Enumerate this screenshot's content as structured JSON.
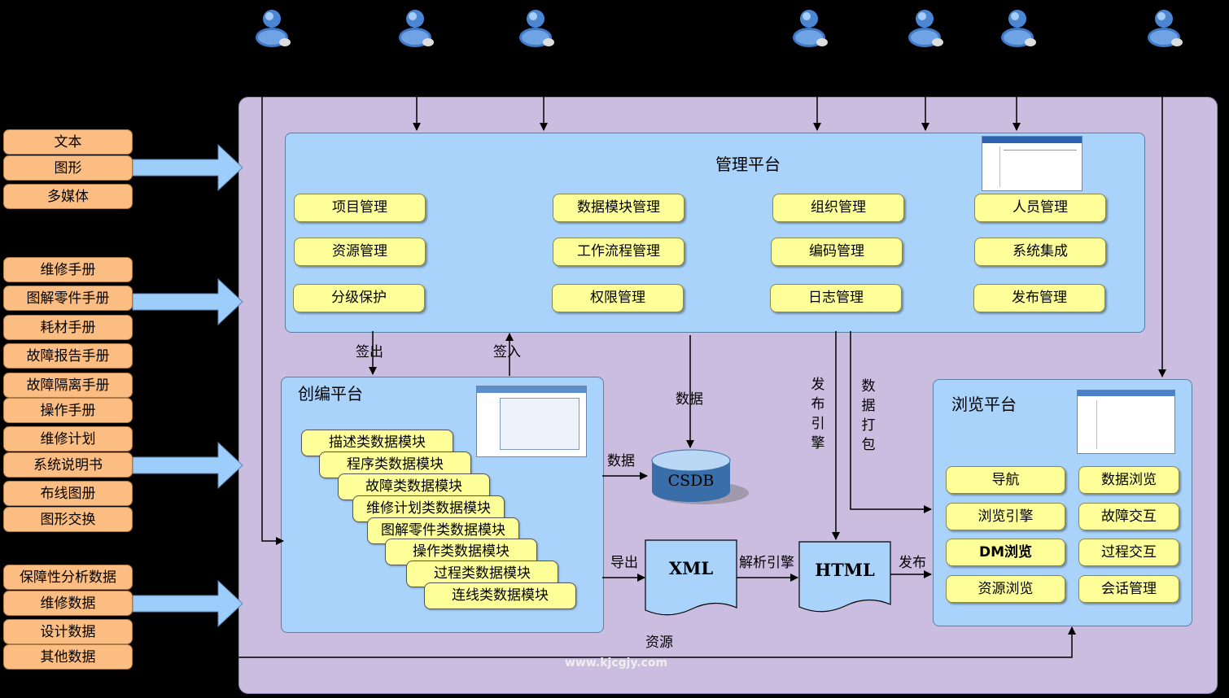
{
  "inputs": {
    "group1": [
      "文本",
      "图形",
      "多媒体"
    ],
    "group2": [
      "维修手册",
      "图解零件手册",
      "耗材手册",
      "故障报告手册",
      "故障隔离手册",
      "操作手册",
      "维修计划",
      "系统说明书",
      "布线图册",
      "图形交换"
    ],
    "group3": [
      "保障性分析数据",
      "维修数据",
      "设计数据",
      "其他数据"
    ]
  },
  "management": {
    "title": "管理平台",
    "items": [
      "项目管理",
      "数据模块管理",
      "组织管理",
      "人员管理",
      "资源管理",
      "工作流程管理",
      "编码管理",
      "系统集成",
      "分级保护",
      "权限管理",
      "日志管理",
      "发布管理"
    ]
  },
  "authoring": {
    "title": "创编平台",
    "modules": [
      "描述类数据模块",
      "程序类数据模块",
      "故障类数据模块",
      "维修计划类数据模块",
      "图解零件类数据模块",
      "操作类数据模块",
      "过程类数据模块",
      "连线类数据模块"
    ]
  },
  "browsing": {
    "title": "浏览平台",
    "items": [
      "导航",
      "数据浏览",
      "浏览引擎",
      "故障交互",
      "DM浏览",
      "过程交互",
      "资源浏览",
      "会话管理"
    ]
  },
  "labels": {
    "checkout": "签出",
    "checkin": "签入",
    "data_down": "数据",
    "data_left": "数据",
    "publish_engine": "发布引擎",
    "data_package": "数据打包",
    "export": "导出",
    "parse_engine": "解析引擎",
    "publish": "发布",
    "resource": "资源"
  },
  "nodes": {
    "csdb": "CSDB",
    "xml": "XML",
    "html": "HTML"
  },
  "watermark": "www.kjcgjy.com",
  "colors": {
    "panel": "#a9d3fb",
    "button": "#ffff99",
    "input_box": "#fbbd81",
    "outer": "#cbbde0",
    "arrow_fill": "#9dcdfb"
  }
}
